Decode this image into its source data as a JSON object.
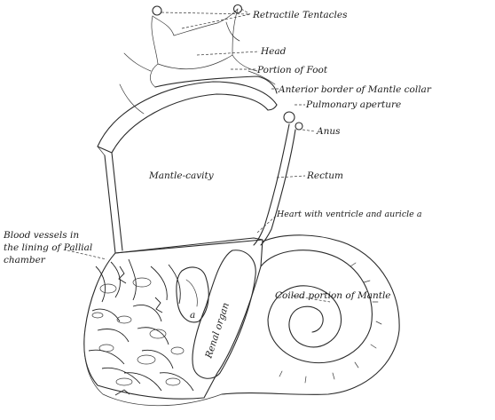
{
  "labels": {
    "retractile_tentacles": "Retractile Tentacles",
    "head": "Head",
    "portion_of_foot": "Portion of Foot",
    "anterior_border": "Anterior border of Mantle collar",
    "pulmonary_aperture": "Pulmonary aperture",
    "anus": "Anus",
    "rectum": "Rectum",
    "mantle_cavity": "Mantle-cavity",
    "heart": "Heart with ventricle and auricle a",
    "blood_vessels_1": "Blood vessels in",
    "blood_vessels_2": "the lining of Pallial",
    "blood_vessels_3": "chamber",
    "coiled_portion": "Coiled portion of Mantle",
    "renal_organ": "Renal organ",
    "auricle_marker": "a"
  }
}
